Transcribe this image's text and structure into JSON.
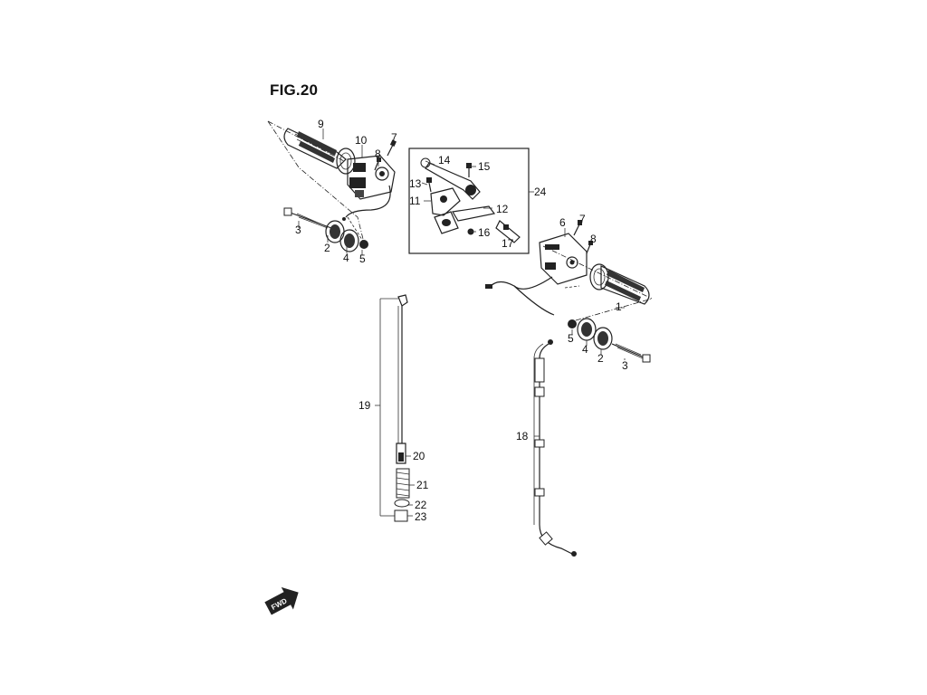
{
  "figure": {
    "title": "FIG.20"
  },
  "callouts": {
    "c1": "1",
    "c2a": "2",
    "c2b": "2",
    "c3a": "3",
    "c3b": "3",
    "c4a": "4",
    "c4b": "4",
    "c5a": "5",
    "c5b": "5",
    "c6": "6",
    "c7a": "7",
    "c7b": "7",
    "c8a": "8",
    "c8b": "8",
    "c9": "9",
    "c10": "10",
    "c11": "11",
    "c12": "12",
    "c13": "13",
    "c14": "14",
    "c15": "15",
    "c16": "16",
    "c17": "17",
    "c18": "18",
    "c19": "19",
    "c20": "20",
    "c21": "21",
    "c22": "22",
    "c23": "23",
    "c24": "24"
  },
  "fwd_badge": {
    "label": "FWD"
  },
  "colors": {
    "ink": "#111111",
    "part_fill": "#ffffff",
    "shade": "#444444",
    "dark": "#1a1a1a"
  }
}
